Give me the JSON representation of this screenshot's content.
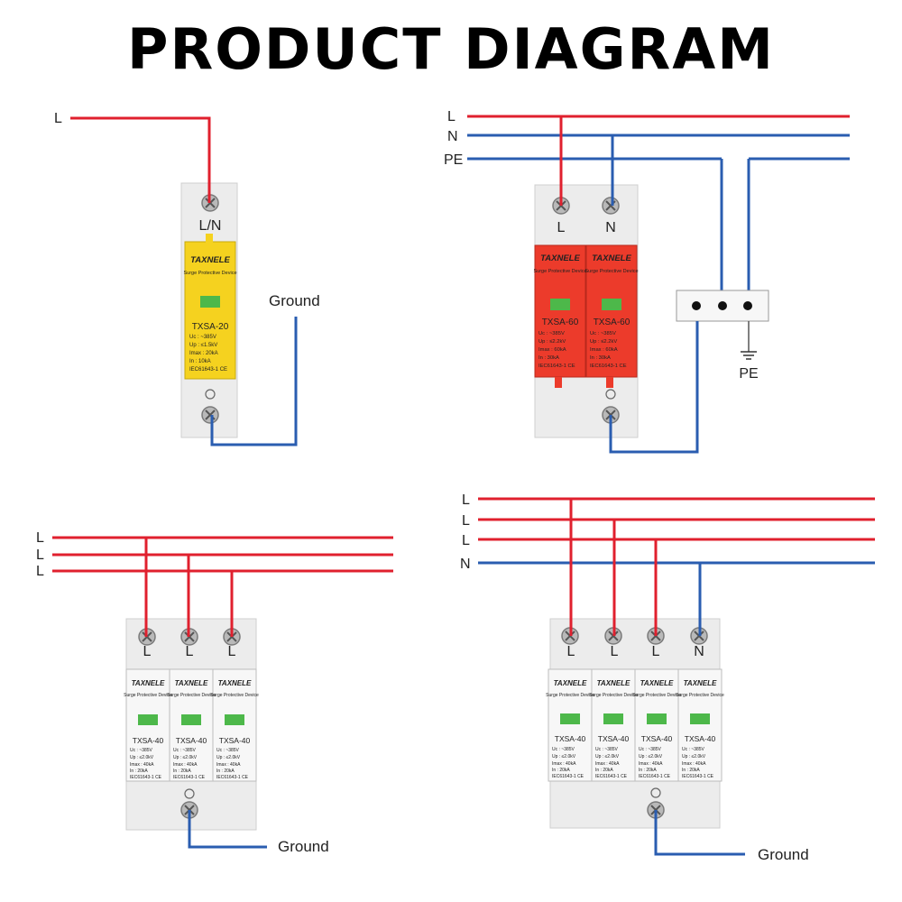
{
  "title": "PRODUCT DIAGRAM",
  "colors": {
    "phase": "#e0202e",
    "neutral": "#2a5db0",
    "yellow": "#f5d21f",
    "red": "#ec3b2b",
    "white": "#f4f4f4"
  },
  "brand": "TAXNELE",
  "module_subtitle": "Surge Protective Device",
  "panels": {
    "p1": {
      "line_labels": [
        "L"
      ],
      "terminal_label": "L/N",
      "ground_label": "Ground",
      "model": "TXSA-20",
      "specs": [
        "Uc  :  ~385V",
        "Up  :  ≤1.5kV",
        "Imax :  20kA",
        "In   :  10kA",
        "IEC61643-1 CE"
      ]
    },
    "p2": {
      "line_labels": [
        "L",
        "N",
        "PE"
      ],
      "terminal_labels": [
        "L",
        "N"
      ],
      "pe_label": "PE",
      "model": "TXSA-60",
      "specs": [
        "Uc  :  ~385V",
        "Up  :  ≤2.2kV",
        "Imax :  60kA",
        "In   :  30kA",
        "IEC61643-1 CE"
      ]
    },
    "p3": {
      "line_labels": [
        "L",
        "L",
        "L"
      ],
      "terminal_labels": [
        "L",
        "L",
        "L"
      ],
      "ground_label": "Ground",
      "model": "TXSA-40",
      "specs": [
        "Uc  :  ~385V",
        "Up  :  ≤2.0kV",
        "Imax :  40kA",
        "In   :  20kA",
        "IEC61643-1 CE"
      ]
    },
    "p4": {
      "line_labels": [
        "L",
        "L",
        "L",
        "N"
      ],
      "terminal_labels": [
        "L",
        "L",
        "L",
        "N"
      ],
      "ground_label": "Ground",
      "model": "TXSA-40",
      "specs": [
        "Uc  :  ~385V",
        "Up  :  ≤2.0kV",
        "Imax :  40kA",
        "In   :  20kA",
        "IEC61643-1 CE"
      ]
    }
  }
}
